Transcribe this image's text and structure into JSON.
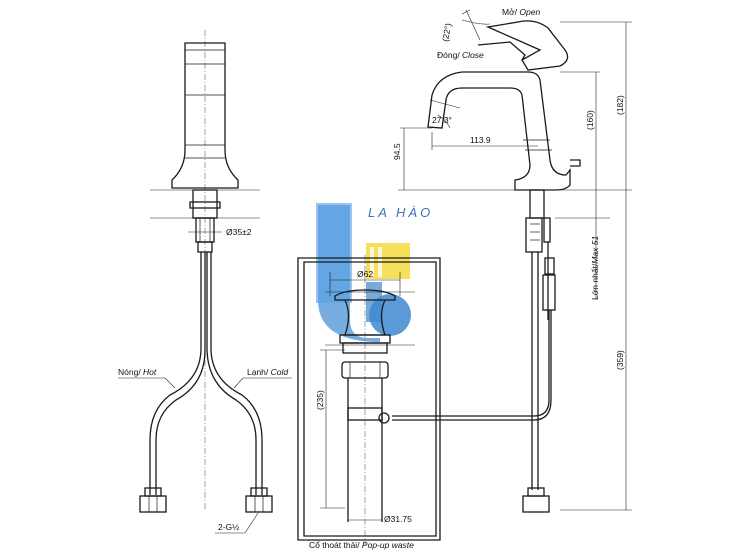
{
  "left_view": {
    "dia_inlet": "Ø35±2",
    "hot_label_vi": "Nóng/ ",
    "hot_label_en": "Hot",
    "cold_label_vi": "Lạnh/ ",
    "cold_label_en": "Cold",
    "thread": "2-G½"
  },
  "side_view": {
    "open_label_vi": "Mở/ ",
    "open_label_en": "Open",
    "close_label_vi": "Đóng/ ",
    "close_label_en": "Close",
    "lever_angle": "(22°)",
    "spout_angle": "27.3°",
    "reach": "113.9",
    "spout_height": "94.5",
    "dim_160": "(160)",
    "dim_182": "(182)",
    "max_thickness_vi": "Lớn nhất/",
    "max_thickness_en": "Max 51",
    "dim_359": "(359)"
  },
  "waste_view": {
    "dia_top": "Ø62",
    "length": "(235)",
    "dia_bottom": "Ø31.75",
    "title_vi": "Cổ thoát thải/ ",
    "title_en": "Pop-up waste"
  },
  "logo": {
    "text": "LA HÀO",
    "blue": "#1e73c8",
    "yellow": "#f2d21b"
  }
}
